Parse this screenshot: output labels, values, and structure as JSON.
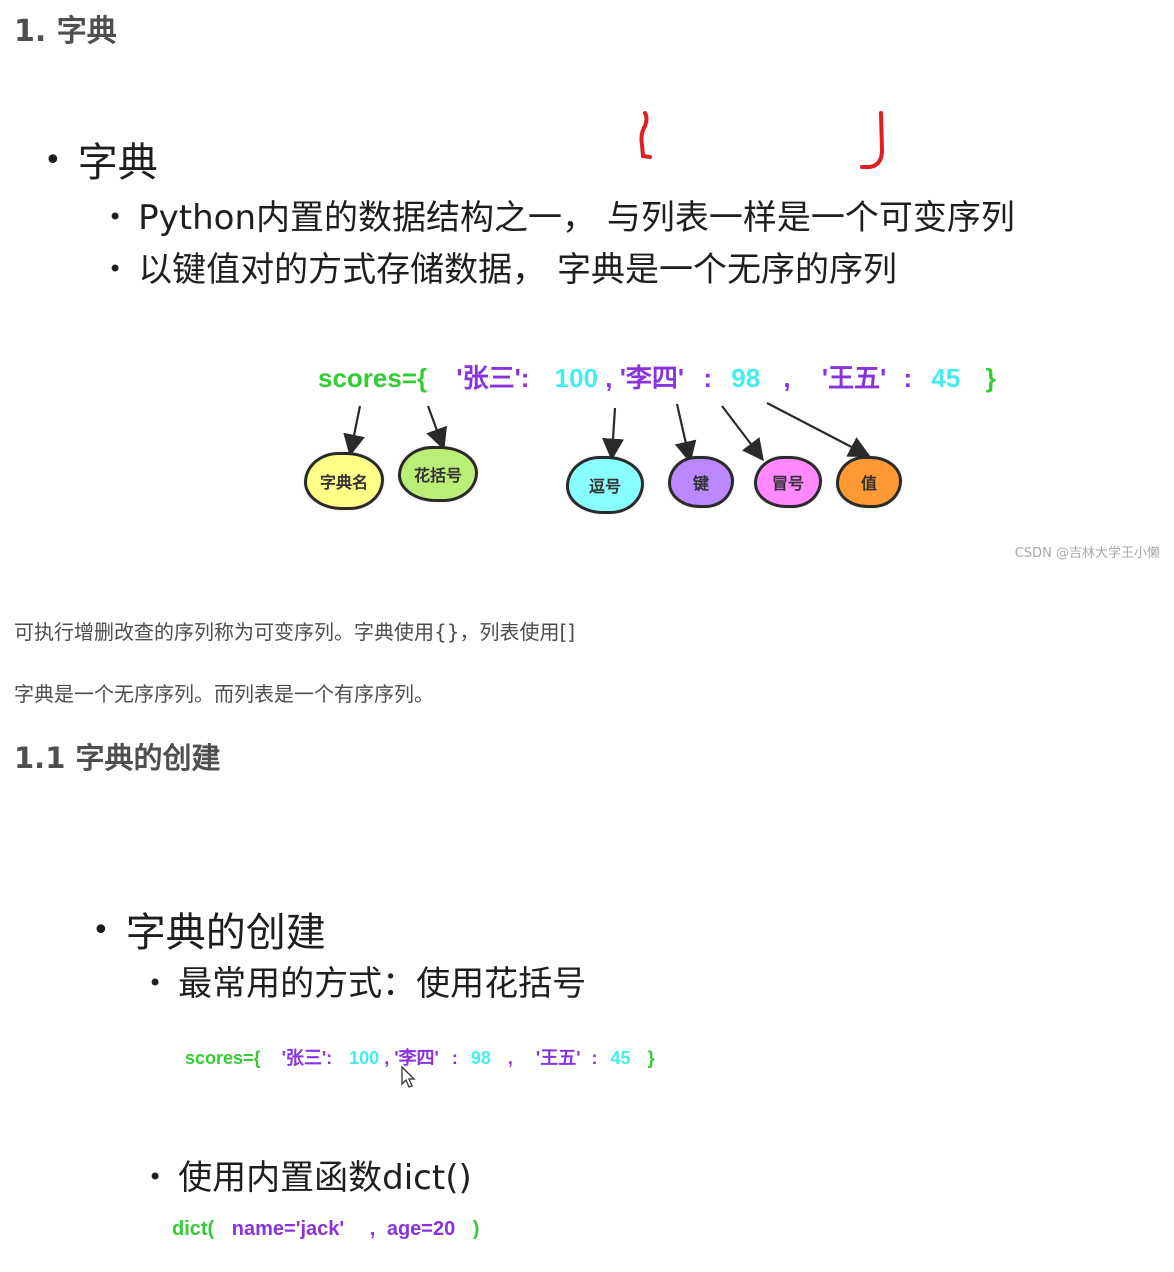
{
  "heading1": "1. 字典",
  "slide1": {
    "title": "字典",
    "bullets": [
      "Python内置的数据结构之一，  与列表一样是一个可变序列",
      "以键值对的方式存储数据，  字典是一个无序的序列"
    ],
    "annotation_brackets": {
      "color": "#e02020"
    },
    "code": {
      "prefix": "scores={",
      "key1": "'张三':",
      "val1": "100",
      "comma1": ",",
      "key2": "'李四'",
      "colon2": ":",
      "val2": "98",
      "comma2": ",",
      "key3": "'王五'",
      "colon3": ":",
      "val3": "45",
      "suffix": "}"
    },
    "labels": [
      {
        "text": "字典名",
        "color": "#ffff88"
      },
      {
        "text": "花括号",
        "color": "#bbee77"
      },
      {
        "text": "逗号",
        "color": "#88ffff"
      },
      {
        "text": "键",
        "color": "#bb88ff"
      },
      {
        "text": "冒号",
        "color": "#ff88ff"
      },
      {
        "text": "值",
        "color": "#ff9933"
      }
    ],
    "watermark": "CSDN @吉林大学王小懒"
  },
  "paragraphs": [
    "可执行增删改查的序列称为可变序列。字典使用{}，列表使用[]",
    "字典是一个无序序列。而列表是一个有序序列。"
  ],
  "heading2": "1.1 字典的创建",
  "slide2": {
    "title": "字典的创建",
    "bullet1": "最常用的方式：使用花括号",
    "code1": {
      "prefix": "scores={",
      "key1": "'张三':",
      "val1": "100",
      "comma1": ",",
      "key2": "'李四'",
      "colon2": ":",
      "val2": "98",
      "comma2": ",",
      "key3": "'王五'",
      "colon3": ":",
      "val3": "45",
      "suffix": "}"
    },
    "bullet2": "使用内置函数dict()",
    "code2": {
      "prefix": "dict(",
      "arg1": "name='jack'",
      "comma": ",",
      "arg2": "age=20",
      "suffix": ")"
    }
  },
  "colors": {
    "code_green": "#33cc33",
    "code_purple": "#8833dd",
    "code_cyan": "#44eeee",
    "heading": "#4f4f4f",
    "body_text": "#4d4d4d"
  }
}
